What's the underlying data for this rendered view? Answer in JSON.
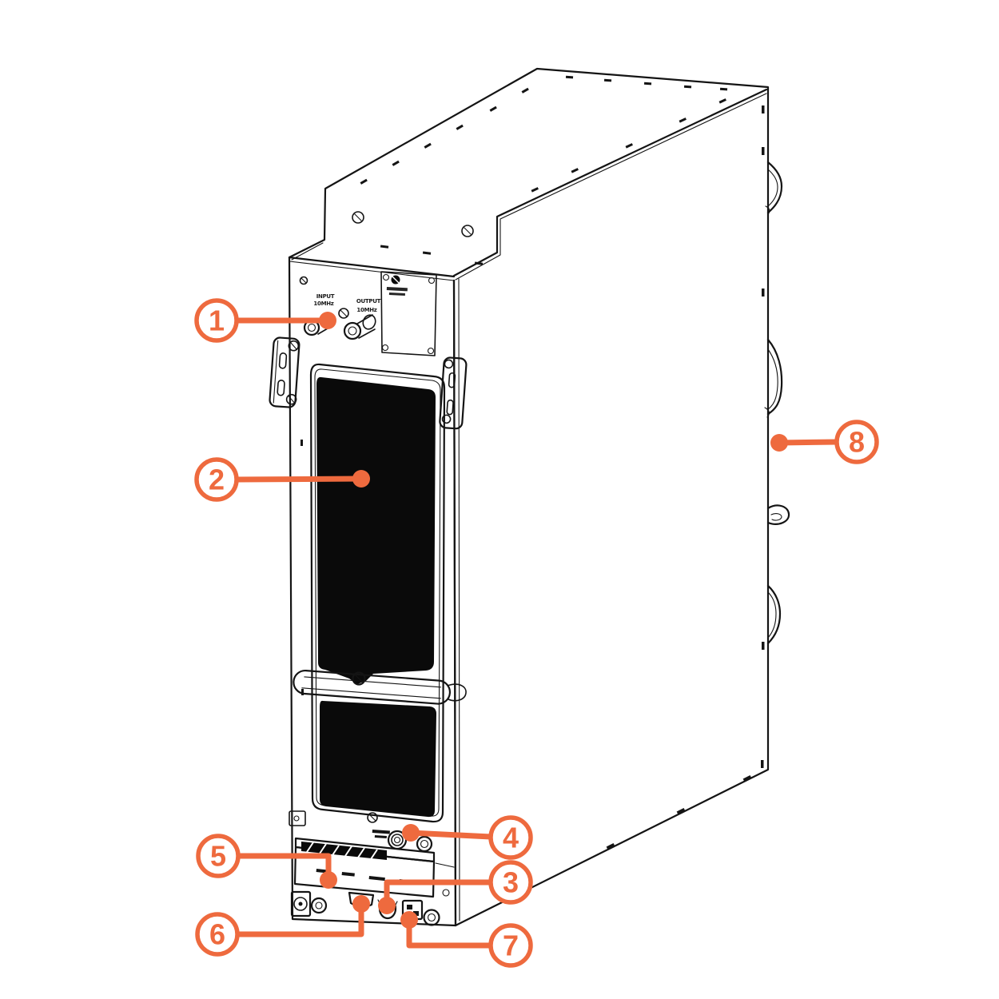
{
  "diagram": {
    "type": "hardware-callout-diagram",
    "subject": "tall rack-mount electronics module, isometric line drawing with numbered callouts",
    "accent_color": "#EE6A3E",
    "ink_color": "#141414",
    "callouts": [
      {
        "number": "1"
      },
      {
        "number": "2"
      },
      {
        "number": "3"
      },
      {
        "number": "4"
      },
      {
        "number": "5"
      },
      {
        "number": "6"
      },
      {
        "number": "7"
      },
      {
        "number": "8"
      }
    ],
    "panel_labels": {
      "bnc_left_line1": "INPUT",
      "bnc_left_line2": "10MHz",
      "bnc_right_line1": "OUTPUT",
      "bnc_right_line2": "10MHz"
    }
  }
}
